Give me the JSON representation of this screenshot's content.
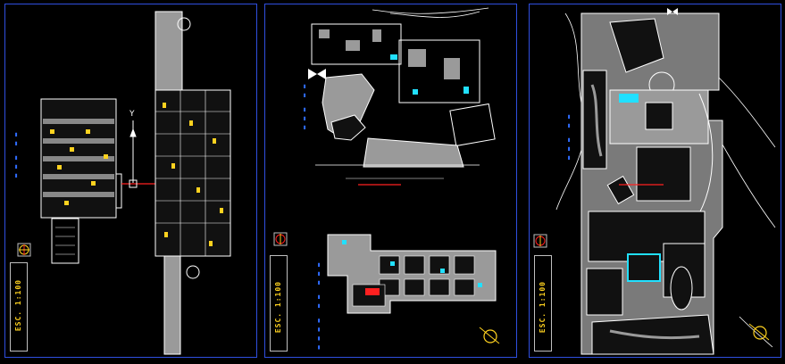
{
  "sheets": [
    {
      "id": "sheet-1",
      "scale": "ESC. 1:100"
    },
    {
      "id": "sheet-2",
      "scale": "ESC. 1:100"
    },
    {
      "id": "sheet-3",
      "scale": "ESC. 1:100"
    }
  ],
  "ucs_axis_label": "Y",
  "colors": {
    "frame": "#2f4fe0",
    "linework": "#ffffff",
    "grey_fill": "#9a9a9a",
    "accent_yellow": "#ffd21f",
    "accent_red": "#ff2020",
    "accent_cyan": "#21e0ff",
    "accent_blue": "#2f6cff"
  },
  "icons": [
    "north-arrow-icon",
    "ucs-icon",
    "compass-icon"
  ]
}
